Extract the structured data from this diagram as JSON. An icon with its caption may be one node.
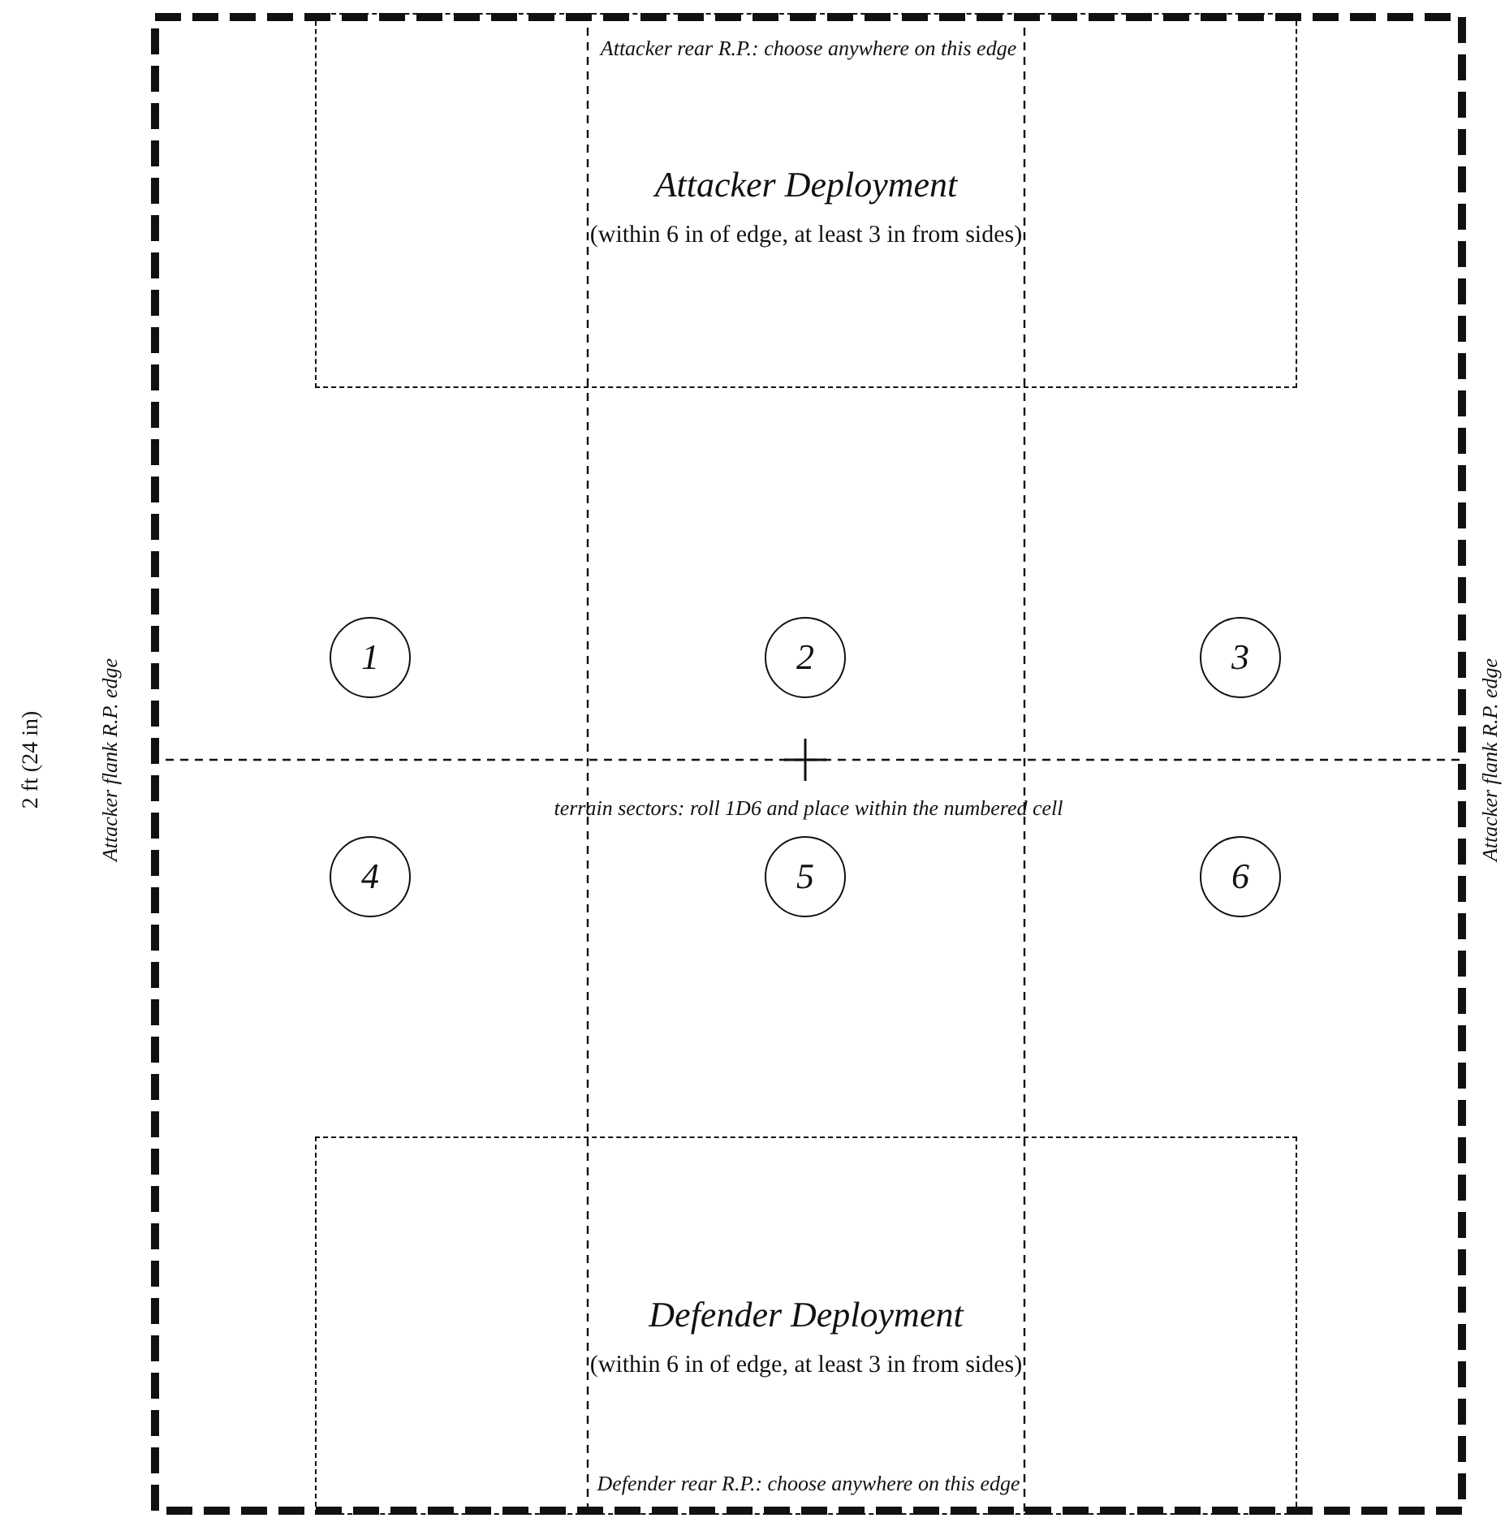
{
  "diagram": {
    "nodes": [
      {
        "text": [],
        "shape": "box"
      },
      {
        "text": [
          "Attacker Deployment",
          "(within 6 in of edge, at least 3 in from sides)"
        ],
        "in": 0
      },
      {
        "text": [
          "1"
        ],
        "in": 0
      },
      {
        "text": [
          "2"
        ],
        "in": 0
      },
      {
        "text": [
          "3"
        ],
        "in": 0
      },
      {
        "text": [
          "4"
        ],
        "in": 0
      },
      {
        "text": [
          "5"
        ],
        "in": 0
      },
      {
        "text": [
          "6"
        ],
        "in": 0
      },
      {
        "text": [
          "Defender Deployment",
          "(within 6 in of edge, at least 3 in from sides)"
        ],
        "in": 0
      }
    ],
    "edges": [],
    "labels": [
      "Attacker rear R.P.: choose anywhere on this edge",
      "2 ft (24 in)",
      "Attacker flank R.P. edge",
      "Attacker flank R.P. edge",
      "terrain sectors: roll 1D6 and place within the numbered cell",
      "Defender rear R.P.: choose anywhere on this edge"
    ]
  }
}
